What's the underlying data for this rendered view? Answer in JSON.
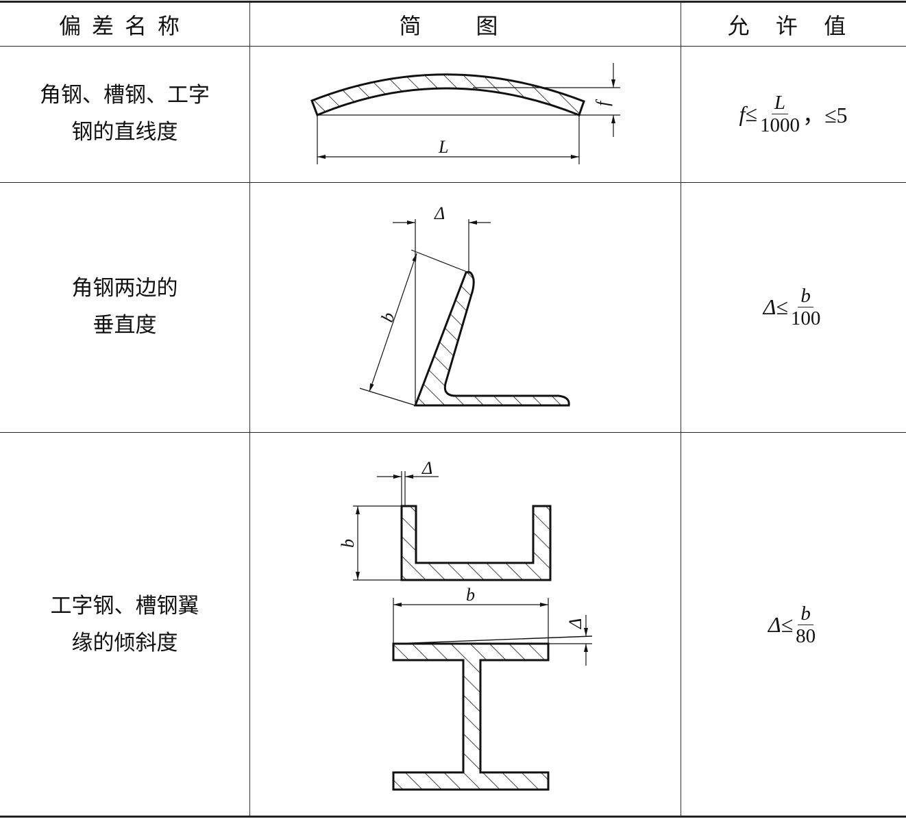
{
  "header": {
    "name": "偏差名称",
    "diagram": "简图",
    "allowed": "允许值"
  },
  "rows": [
    {
      "name_line1": "角钢、槽钢、工字",
      "name_line2": "钢的直线度",
      "formula": {
        "var": "f",
        "op": "≤",
        "num": "L",
        "den": "1000",
        "suffix": "，≤5"
      },
      "labels": {
        "length": "L",
        "deflection": "f"
      }
    },
    {
      "name_line1": "角钢两边的",
      "name_line2": "垂直度",
      "formula": {
        "var": "Δ",
        "op": "≤",
        "num": "b",
        "den": "100"
      },
      "labels": {
        "delta": "Δ",
        "width": "b"
      }
    },
    {
      "name_line1": "工字钢、槽钢翼",
      "name_line2": "缘的倾斜度",
      "formula": {
        "var": "Δ",
        "op": "≤",
        "num": "b",
        "den": "80"
      },
      "labels": {
        "delta_channel": "Δ",
        "width_channel": "b",
        "width_ibeam": "b",
        "delta_ibeam": "Δ"
      }
    }
  ]
}
